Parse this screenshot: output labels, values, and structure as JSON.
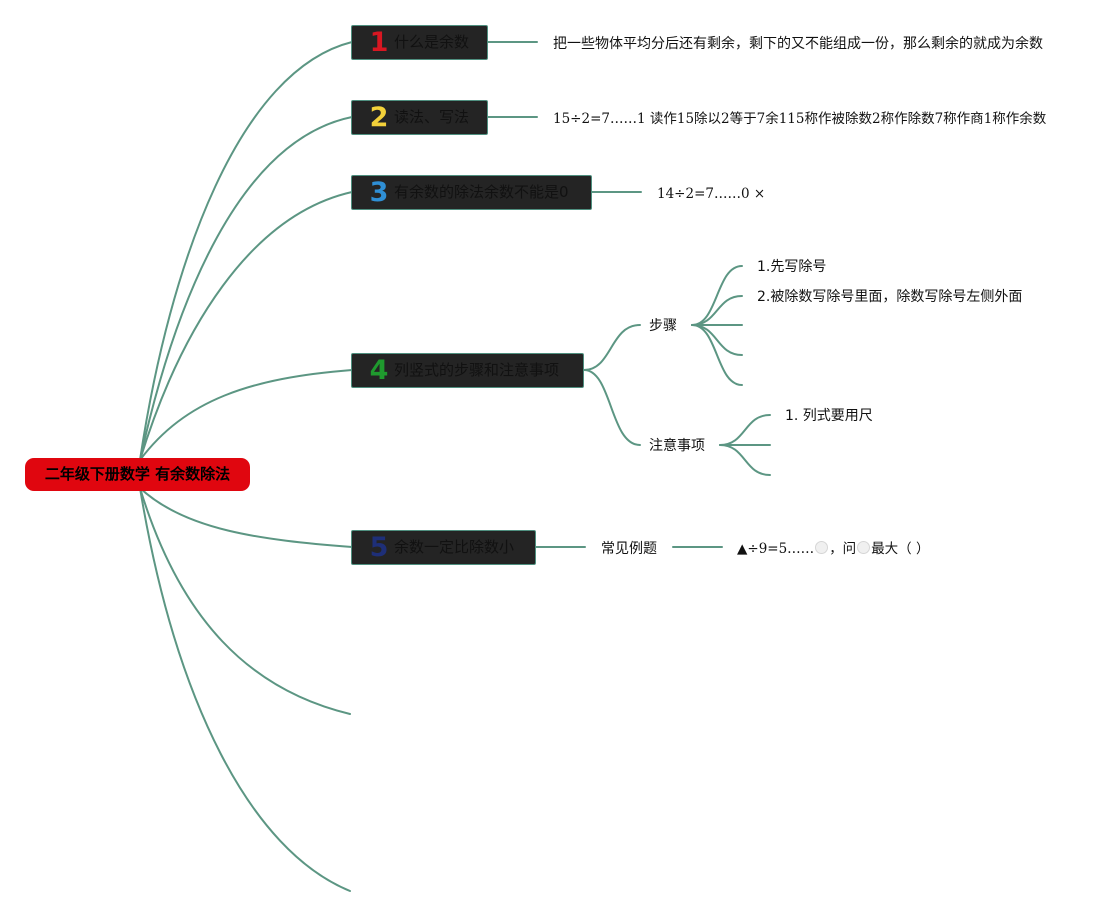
{
  "root": {
    "label": "二年级下册数学 有余数除法",
    "color": "#e0060f"
  },
  "line_color": "#5c9683",
  "topics": [
    {
      "number": "1",
      "number_color": "#d81722",
      "label": "什么是余数",
      "text": "把一些物体平均分后还有剩余，剩下的又不能组成一份，那么剩余的就成为余数"
    },
    {
      "number": "2",
      "number_color": "#f3d13a",
      "label": "读法、写法",
      "text": "15÷2=7……1 读作15除以2等于7余115称作被除数2称作除数7称作商1称作余数"
    },
    {
      "number": "3",
      "number_color": "#2f8fd5",
      "label": "有余数的除法余数不能是0",
      "text": "14÷2=7……0 ×"
    },
    {
      "number": "4",
      "number_color": "#1f9a2e",
      "label": "列竖式的步骤和注意事项",
      "steps_label": "步骤",
      "steps": [
        "1.先写除号",
        "2.被除数写除号里面，除数写除号左侧外面"
      ],
      "notes_label": "注意事项",
      "notes": [
        "1. 列式要用尺"
      ]
    },
    {
      "number": "5",
      "number_color": "#1e2f78",
      "label": "余数一定比除数小",
      "example_label": "常见例题",
      "example": {
        "prefix": "▲÷9=5……",
        "mid": "，问",
        "suffix": "最大（ ）",
        "icon": "circle-icon"
      }
    }
  ]
}
